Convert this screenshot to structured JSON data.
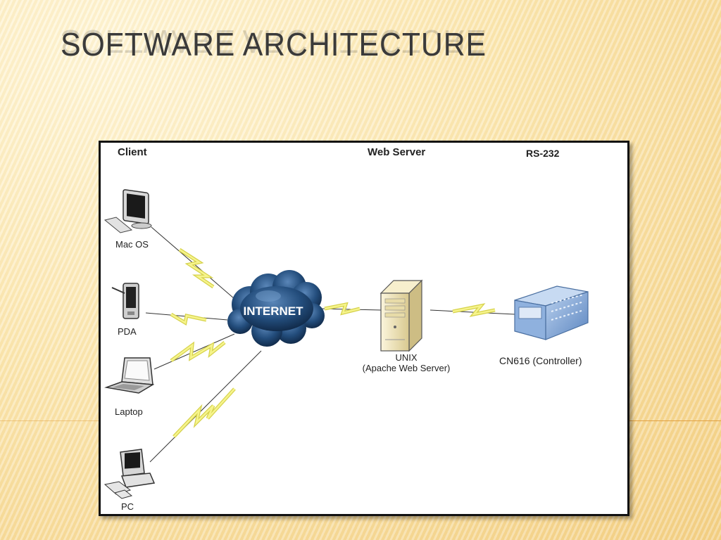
{
  "slide": {
    "title": "SOFTWARE ARCHITECTURE"
  },
  "diagram": {
    "headers": {
      "client": "Client",
      "web_server": "Web Server",
      "rs232": "RS-232"
    },
    "clients": [
      {
        "label": "Mac OS",
        "icon": "imac-icon"
      },
      {
        "label": "PDA",
        "icon": "pda-icon"
      },
      {
        "label": "Laptop",
        "icon": "laptop-icon"
      },
      {
        "label": "PC",
        "icon": "desktop-pc-icon"
      }
    ],
    "cloud_label": "INTERNET",
    "server": {
      "line1": "UNIX",
      "line2": "(Apache Web Server)",
      "icon": "server-tower-icon"
    },
    "controller": {
      "label": "CN616 (Controller)",
      "icon": "controller-device-icon"
    },
    "colors": {
      "lightning": "#f2f07a",
      "cloud": "#1d4470",
      "server": "#efe3b8",
      "controller": "#7fa6d8"
    }
  }
}
